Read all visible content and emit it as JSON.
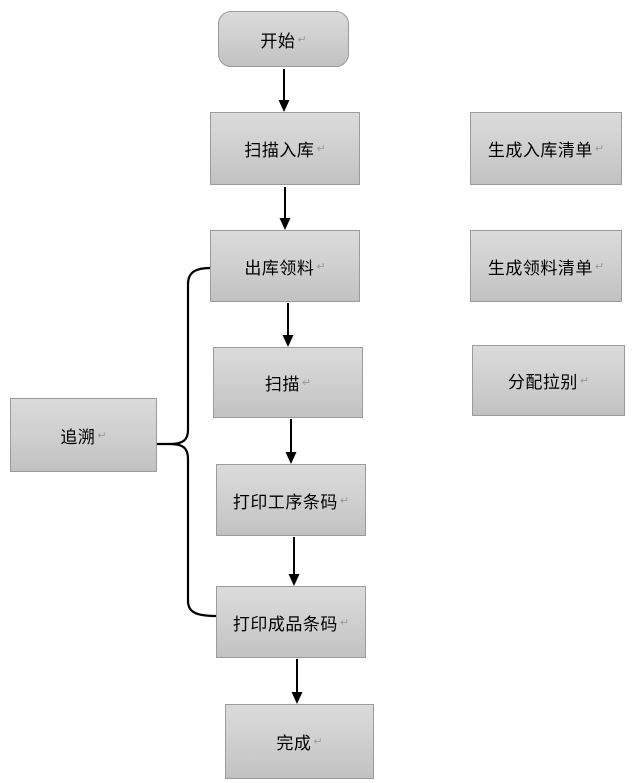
{
  "diagram": {
    "type": "flowchart",
    "paragraph_mark": "↵",
    "main_flow": [
      {
        "label": "开始",
        "shape": "rounded"
      },
      {
        "label": "扫描入库",
        "shape": "rect"
      },
      {
        "label": "出库领料",
        "shape": "rect"
      },
      {
        "label": "扫描",
        "shape": "rect"
      },
      {
        "label": "打印工序条码",
        "shape": "rect"
      },
      {
        "label": "打印成品条码",
        "shape": "rect"
      },
      {
        "label": "完成",
        "shape": "rect"
      }
    ],
    "annotations": [
      {
        "label": "生成入库清单",
        "aligned_with": "扫描入库"
      },
      {
        "label": "生成领料清单",
        "aligned_with": "出库领料"
      },
      {
        "label": "分配拉别",
        "aligned_with": "扫描"
      }
    ],
    "trace": {
      "label": "追溯",
      "brace_spans_from": "出库领料",
      "brace_spans_to": "打印成品条码"
    },
    "colors": {
      "background": "#ffffff",
      "box_fill_top": "#dbdbdb",
      "box_fill_bottom": "#c2c2c2",
      "box_border": "#9b9b9b",
      "connector_line": "#000000",
      "text": "#000000",
      "paragraph_mark_color": "#9a9a9a"
    }
  }
}
